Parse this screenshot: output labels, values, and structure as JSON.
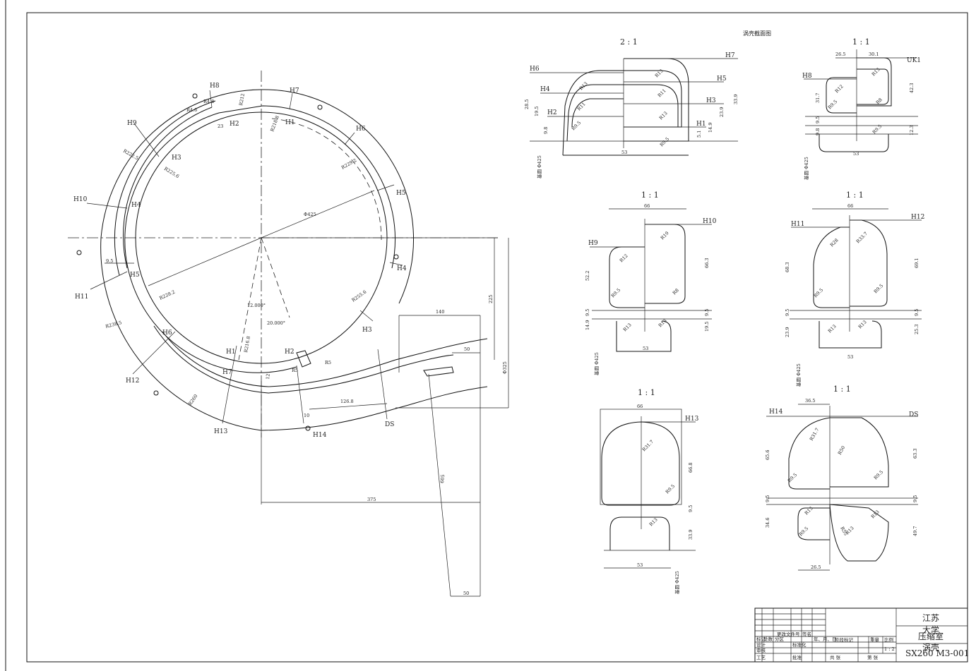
{
  "sheet_title": "涡壳截面图",
  "section_marks": [
    "H1",
    "H2",
    "H3",
    "H4",
    "H5",
    "H6",
    "H7",
    "H8",
    "H9",
    "H10",
    "H11",
    "H12",
    "H13",
    "H14",
    "DS",
    "UK1"
  ],
  "main_view_dims": {
    "d425": "Φ425",
    "r212": "R212",
    "r218_8": "R218.8",
    "r222_5": "R222.5",
    "r225_6": "R225.6",
    "r228_2": "R228.2",
    "r229_2": "R229.2",
    "r238_5": "R238.5",
    "r255_6": "R255.6",
    "r216_8": "R216.8",
    "r4_8": "R4.8",
    "r4_6": "R4.6",
    "r260": "R260",
    "r5": "R5",
    "r5_1": "R5",
    "d23": "23",
    "d9_5": "9.5",
    "d12": "12",
    "d10": "10",
    "angle1": "12.000°",
    "angle2": "20.000°",
    "d140": "140",
    "d50a": "50",
    "d225": "225",
    "d325": "Φ325",
    "d126_8": "126.8",
    "d375": "375",
    "d605": "605",
    "d50b": "50"
  },
  "sections": {
    "s1": {
      "scale": "2 : 1",
      "labels": [
        "H6",
        "H4",
        "H2",
        "H7",
        "H5",
        "H3",
        "H1"
      ],
      "dims": [
        "28.5",
        "19.5",
        "9.8",
        "53",
        "33.9",
        "23.9",
        "14.9",
        "5.1",
        "R13",
        "R11",
        "R9.5",
        "R13",
        "R11",
        "R13",
        "R9.5"
      ],
      "base": "基圆 Φ425"
    },
    "s2": {
      "scale": "1 : 1",
      "labels": [
        "H8",
        "UK1"
      ],
      "dims": [
        "26.5",
        "30.1",
        "31.7",
        "42.3",
        "9.5",
        "9.8",
        "12.3",
        "53",
        "R13",
        "R12",
        "R8",
        "R9.5",
        "R9.5"
      ],
      "base": "基圆 Φ425"
    },
    "s3": {
      "scale": "1 : 1",
      "labels": [
        "H9",
        "H10"
      ],
      "dims": [
        "66",
        "52.2",
        "9.5",
        "14.9",
        "66.3",
        "9.5",
        "19.5",
        "53",
        "R12",
        "R19",
        "R9.5",
        "R8",
        "R13",
        "R13"
      ],
      "base": "基圆 Φ425"
    },
    "s4": {
      "scale": "1 : 1",
      "labels": [
        "H11",
        "H12"
      ],
      "dims": [
        "66",
        "68.3",
        "9.5",
        "23.9",
        "69.1",
        "9.5",
        "25.3",
        "53",
        "R28",
        "R33.7",
        "R9.5",
        "R9.5",
        "R13",
        "R13"
      ],
      "base": "基圆 Φ425"
    },
    "s5": {
      "scale": "1 : 1",
      "labels": [
        "H13"
      ],
      "dims": [
        "66",
        "66.8",
        "9.5",
        "33.9",
        "53",
        "R31.7",
        "R9.5",
        "R13"
      ],
      "base": "基圆 Φ425"
    },
    "s6": {
      "scale": "1 : 1",
      "labels": [
        "H14",
        "DS"
      ],
      "dims": [
        "36.5",
        "65.6",
        "9.5",
        "34.6",
        "63.3",
        "9.5",
        "49.7",
        "26.5",
        "R31.7",
        "R50",
        "R9.5",
        "R9.5",
        "R13",
        "R13",
        "R9.5",
        "R13",
        "R55"
      ],
      "base": ""
    }
  },
  "title_block": {
    "company_line1": "江苏",
    "company_line2": "大学",
    "dept_overlay": "压缩室",
    "drawing_no": "SX260 M3-001",
    "drawing_no_overlay": "涡壳",
    "row_labels": [
      "标记",
      "处数",
      "分区",
      "更改文件号",
      "签名",
      "年、月、日"
    ],
    "row2_labels": [
      "设计",
      "标准化"
    ],
    "row3_labels": [
      "审核"
    ],
    "row4_labels": [
      "工艺",
      "批准"
    ],
    "stage_label": "阶段标记",
    "weight_label": "重量",
    "ratio_label": "比例",
    "ratio_value": "1 : 2",
    "sheet_count": "共 张",
    "sheet_no": "第 张"
  }
}
